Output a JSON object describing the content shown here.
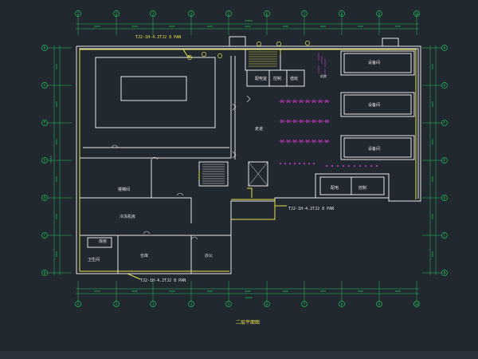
{
  "colors": {
    "background": "#212830",
    "wall": "#e8e8e8",
    "grid": "#22c45a",
    "dim": "#22c45a",
    "cable": "#e6e24a",
    "device": "#d23ad2",
    "bubble_text": "#22c45a"
  },
  "axes": {
    "top": [
      "1",
      "2",
      "3",
      "4",
      "5",
      "6",
      "7",
      "8",
      "9",
      "10"
    ],
    "bottom": [
      "1",
      "2",
      "3",
      "4",
      "5",
      "6",
      "7",
      "8",
      "9",
      "10"
    ],
    "left": [
      "H",
      "G",
      "F",
      "E",
      "D",
      "C",
      "B"
    ],
    "right": [
      "H",
      "G",
      "F",
      "E",
      "D",
      "C",
      "B"
    ]
  },
  "dimensions": {
    "top_spans": [
      "6000",
      "6000",
      "6000",
      "6000",
      "6000",
      "6000",
      "6000",
      "6000",
      "6000"
    ],
    "top_total": "54000",
    "left_spans": [
      "6000",
      "6000",
      "6000",
      "6000",
      "6000",
      "6000"
    ],
    "left_total": "36000"
  },
  "labels": {
    "cable_top": "TJ2-1H-4.2TJ2 8 PAN",
    "cable_right": "TJ2-1H-4.2TJ2 8 PAN",
    "cable_bottom": "TJ2-1H-4.2TJ2 8 PAN",
    "room_equip_1": "设备间",
    "room_equip_2": "设备间",
    "room_equip_3": "设备间",
    "room_small_1": "配电室",
    "room_small_2": "控制",
    "room_small_3": "值班",
    "room_corridor": "走道",
    "room_mid_left": "楼梯间",
    "room_left_mid": "冷冻机房",
    "room_store_1": "库房",
    "room_store_2": "仓库",
    "room_store_3": "办公",
    "room_store_4": "卫生间",
    "room_right_low_1": "配电",
    "room_right_low_2": "控制",
    "room_top_right": "机房",
    "drawing_title": "二层平面图"
  }
}
